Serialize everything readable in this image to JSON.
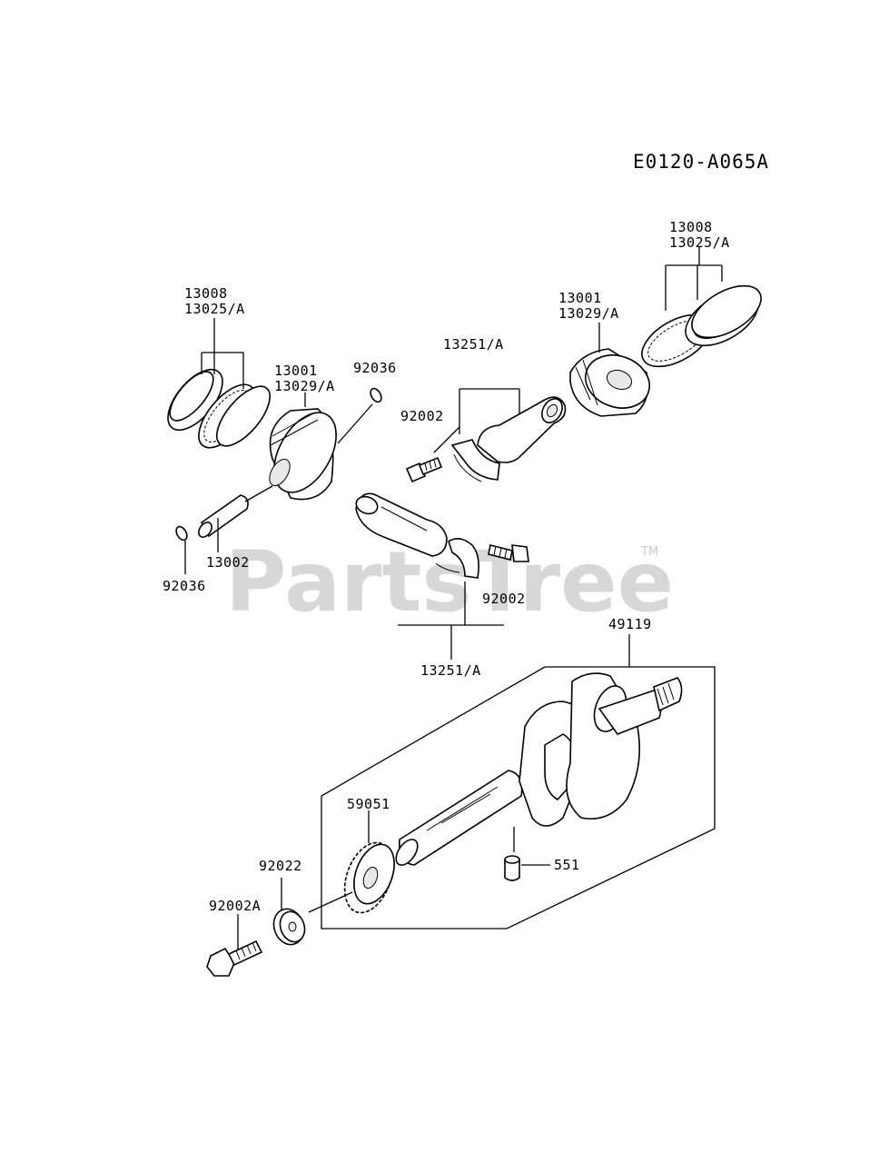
{
  "diagram": {
    "code": "E0120-A065A",
    "watermark": "PartsTree",
    "trademark": "TM"
  },
  "labels": {
    "rings_left_a": "13008",
    "rings_left_b": "13025/A",
    "piston_left_a": "13001",
    "piston_left_b": "13029/A",
    "circlip_top": "92036",
    "conrod_top": "13251/A",
    "bolt_top": "92002",
    "piston_right_a": "13001",
    "piston_right_b": "13029/A",
    "rings_right_a": "13008",
    "rings_right_b": "13025/A",
    "pin": "13002",
    "circlip_bottom": "92036",
    "bolt_bottom": "92002",
    "conrod_bottom": "13251/A",
    "crankshaft": "49119",
    "gear": "59051",
    "key": "551",
    "washer": "92022",
    "bolt_crank": "92002A"
  }
}
